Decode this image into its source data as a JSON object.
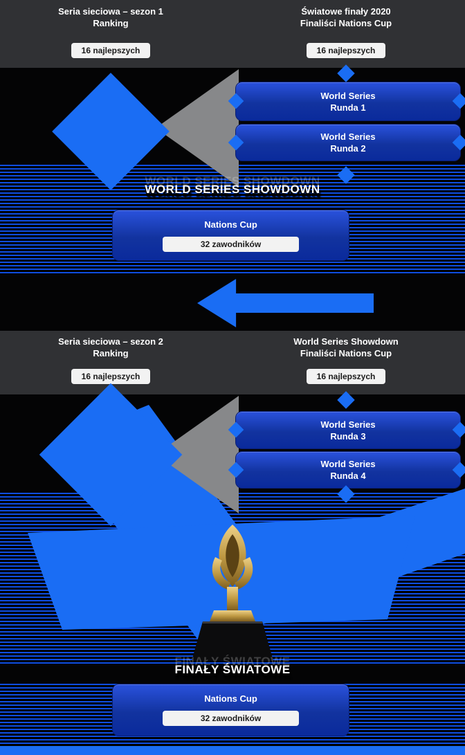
{
  "theme": {
    "background_dark": "#303134",
    "background_black": "#040405",
    "accent_blue": "#1a6df4",
    "box_blue_top": "#2a52dd",
    "box_blue_bottom": "#0a2a9c",
    "stripe_blue": "#0d48d8",
    "gray_connector": "#87888a",
    "badge_background": "#f2f2f2",
    "badge_text": "#1b1b1b",
    "trophy_gold": "#c09a44"
  },
  "icons": {
    "trophy": "nations-cup-trophy"
  },
  "section1": {
    "left_header": {
      "line1": "Seria sieciowa – sezon 1",
      "line2": "Ranking",
      "badge": "16 najlepszych"
    },
    "right_header": {
      "line1": "Światowe finały 2020",
      "line2": "Finaliści Nations Cup",
      "badge": "16 najlepszych"
    },
    "rounds": [
      {
        "line1": "World Series",
        "line2": "Runda 1"
      },
      {
        "line1": "World Series",
        "line2": "Runda 2"
      }
    ],
    "showdown_title": "WORLD SERIES SHOWDOWN",
    "cup": {
      "name": "Nations Cup",
      "badge": "32 zawodników"
    }
  },
  "section2": {
    "left_header": {
      "line1": "Seria sieciowa – sezon 2",
      "line2": "Ranking",
      "badge": "16 najlepszych"
    },
    "right_header": {
      "line1": "World Series Showdown",
      "line2": "Finaliści Nations Cup",
      "badge": "16 najlepszych"
    },
    "rounds": [
      {
        "line1": "World Series",
        "line2": "Runda 3"
      },
      {
        "line1": "World Series",
        "line2": "Runda 4"
      }
    ],
    "final_title": "FINAŁY ŚWIATOWE",
    "cup": {
      "name": "Nations Cup",
      "badge": "32 zawodników"
    }
  }
}
